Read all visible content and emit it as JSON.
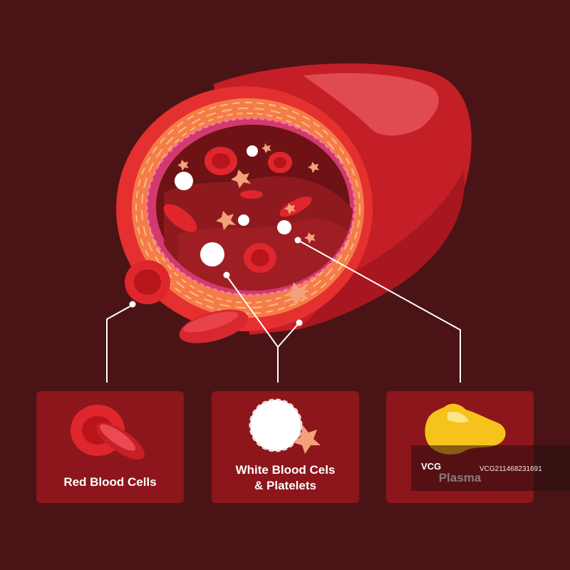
{
  "cards": {
    "red_blood_cells": {
      "label": "Red Blood Cells"
    },
    "white_blood_cells": {
      "label_line1": "White Blood Cels",
      "label_line2": "& Platelets"
    },
    "plasma": {
      "label": "Plasma"
    }
  },
  "watermark": {
    "logo": "VCG",
    "id": "VCG211468231691"
  },
  "colors": {
    "background": "#4a1416",
    "card": "#8c161b",
    "vessel": "#d8272e",
    "red_cell": "#e0262d",
    "white_cell": "#ffffff",
    "platelet": "#f4a07a",
    "plasma": "#f6c21c",
    "leader_line": "#ffffff"
  }
}
